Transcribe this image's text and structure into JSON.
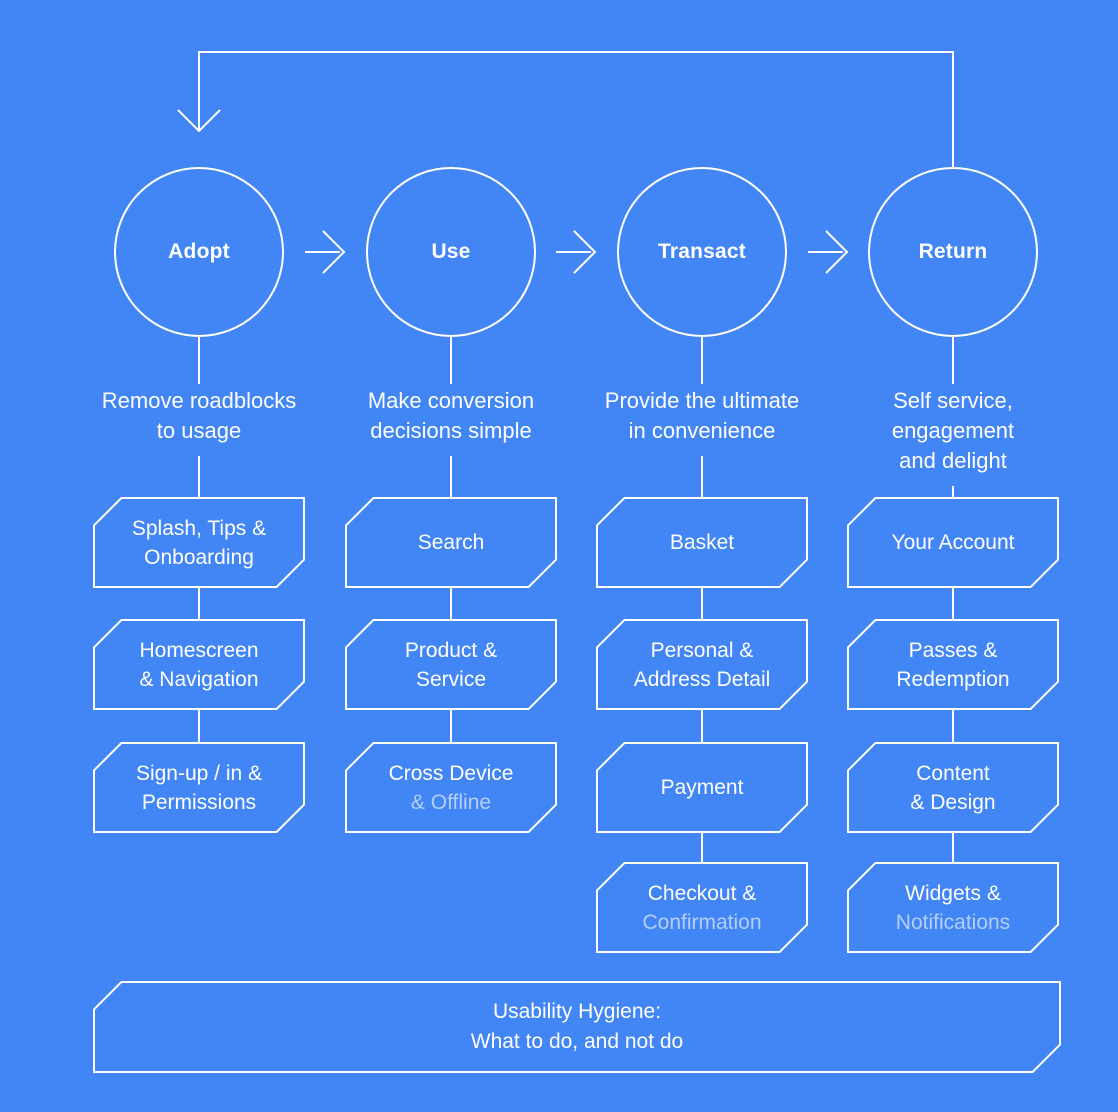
{
  "colors": {
    "background": "#4285f4",
    "line": "#ffffff",
    "text_primary": "#ffffff",
    "text_secondary": "rgba(255,255,255,0.6)"
  },
  "stages": [
    {
      "label": "Adopt",
      "description": [
        "Remove roadblocks",
        "to usage"
      ],
      "boxes": [
        [
          "Splash, Tips &",
          "Onboarding"
        ],
        [
          "Homescreen",
          "& Navigation"
        ],
        [
          "Sign-up / in &",
          "Permissions"
        ]
      ]
    },
    {
      "label": "Use",
      "description": [
        "Make conversion",
        "decisions simple"
      ],
      "boxes": [
        [
          "Search"
        ],
        [
          "Product &",
          "Service"
        ],
        [
          "Cross Device",
          "& Offline"
        ]
      ]
    },
    {
      "label": "Transact",
      "description": [
        "Provide the ultimate",
        "in convenience"
      ],
      "boxes": [
        [
          "Basket"
        ],
        [
          "Personal &",
          "Address Detail"
        ],
        [
          "Payment"
        ],
        [
          "Checkout &",
          "Confirmation"
        ]
      ]
    },
    {
      "label": "Return",
      "description": [
        "Self service,",
        "engagement",
        "and delight"
      ],
      "boxes": [
        [
          "Your Account"
        ],
        [
          "Passes &",
          "Redemption"
        ],
        [
          "Content",
          "& Design"
        ],
        [
          "Widgets &",
          "Notifications"
        ]
      ]
    }
  ],
  "footer": {
    "lines": [
      "Usability Hygiene:",
      "What to do, and not do"
    ]
  }
}
